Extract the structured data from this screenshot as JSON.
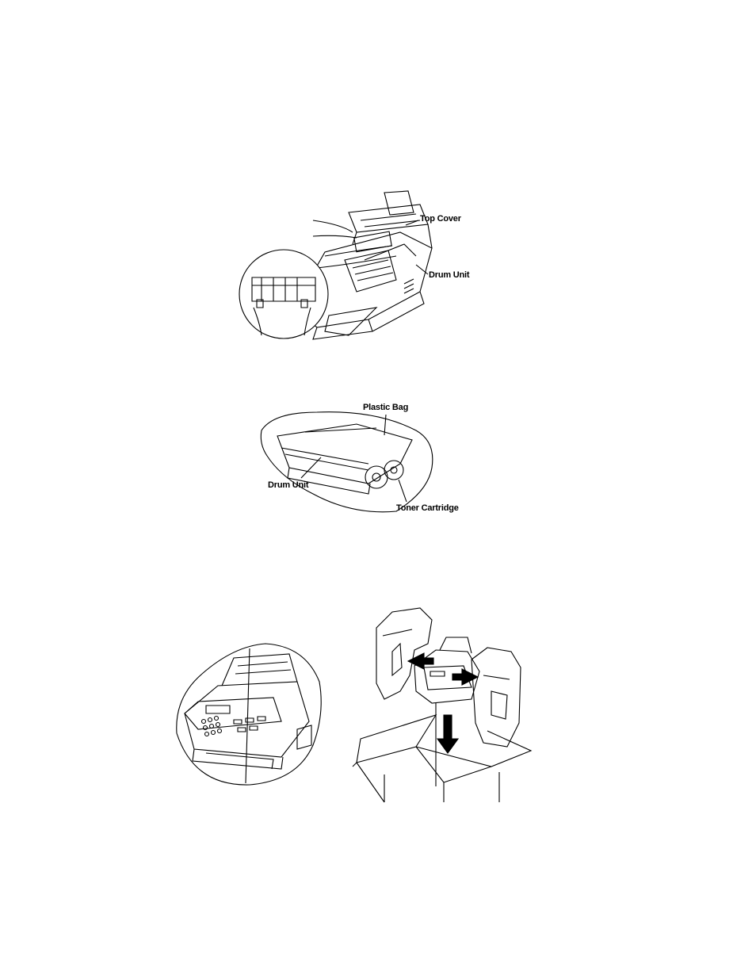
{
  "figure1": {
    "labels": {
      "top_cover": "Top Cover",
      "drum_unit": "Drum Unit"
    }
  },
  "figure2": {
    "labels": {
      "plastic_bag": "Plastic Bag",
      "drum_unit": "Drum Unit",
      "toner_cartridge": "Toner Cartridge"
    }
  },
  "figure3": {},
  "figure4": {}
}
